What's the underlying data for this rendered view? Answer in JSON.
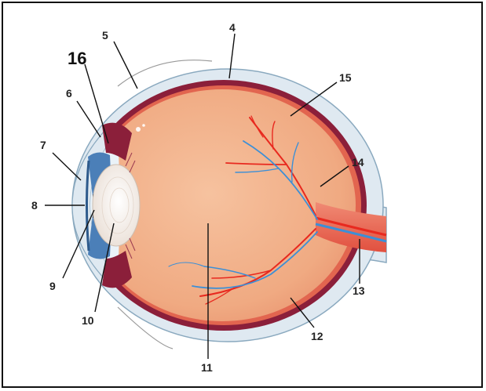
{
  "diagram": {
    "labels": {
      "l4": "4",
      "l5": "5",
      "l6": "6",
      "l7": "7",
      "l8": "8",
      "l9": "9",
      "l10": "10",
      "l11": "11",
      "l12": "12",
      "l13": "13",
      "l14": "14",
      "l15": "15",
      "l16": "16"
    },
    "colors": {
      "sclera": "#dfe9f1",
      "sclera_edge": "#8aa9bf",
      "choroid": "#8b1f3a",
      "retina": "#e85f4f",
      "vitreous": "#f2b08a",
      "lens": "#f3ece4",
      "iris": "#4b7fb8",
      "artery": "#e8291f",
      "vein": "#3c8fd6",
      "optic_nerve": "#ea6a55"
    }
  }
}
